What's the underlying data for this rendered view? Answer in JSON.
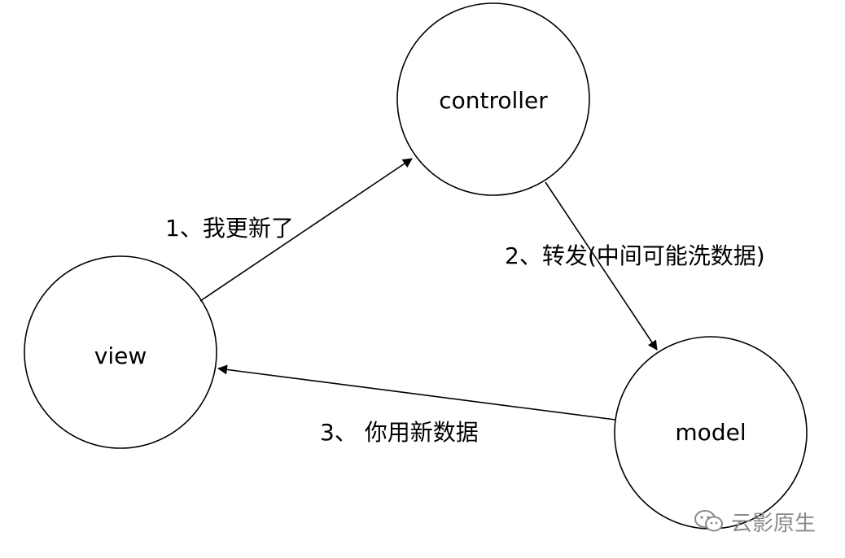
{
  "nodes": {
    "controller": {
      "label": "controller"
    },
    "view": {
      "label": "view"
    },
    "model": {
      "label": "model"
    }
  },
  "edges": {
    "view_to_controller": {
      "label": "1、我更新了"
    },
    "controller_to_model": {
      "label": "2、转发(中间可能洗数据)"
    },
    "model_to_view": {
      "label": "3、 你用新数据"
    }
  },
  "watermark": {
    "text": "云影原生",
    "icon": "wechat-icon"
  },
  "colors": {
    "stroke": "#000000",
    "text": "#000000",
    "watermark": "#8a8a8a"
  }
}
